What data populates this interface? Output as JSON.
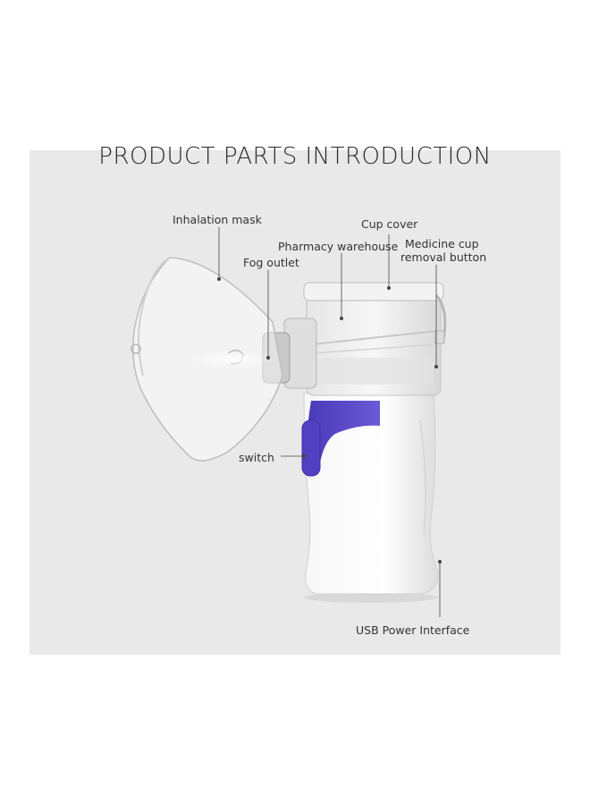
{
  "title": "PRODUCT PARTS INTRODUCTION",
  "labels": {
    "inhalation_mask": "Inhalation mask",
    "cup_cover": "Cup cover",
    "pharmacy_warehouse": "Pharmacy warehouse",
    "medicine_cup_line1": "Medicine cup",
    "medicine_cup_line2": "removal button",
    "fog_outlet": "Fog outlet",
    "switch": "switch",
    "usb_power": "USB Power Interface"
  },
  "colors": {
    "accent": "#5b49c8",
    "background": "#e9e9e9",
    "body": "#ffffff"
  }
}
